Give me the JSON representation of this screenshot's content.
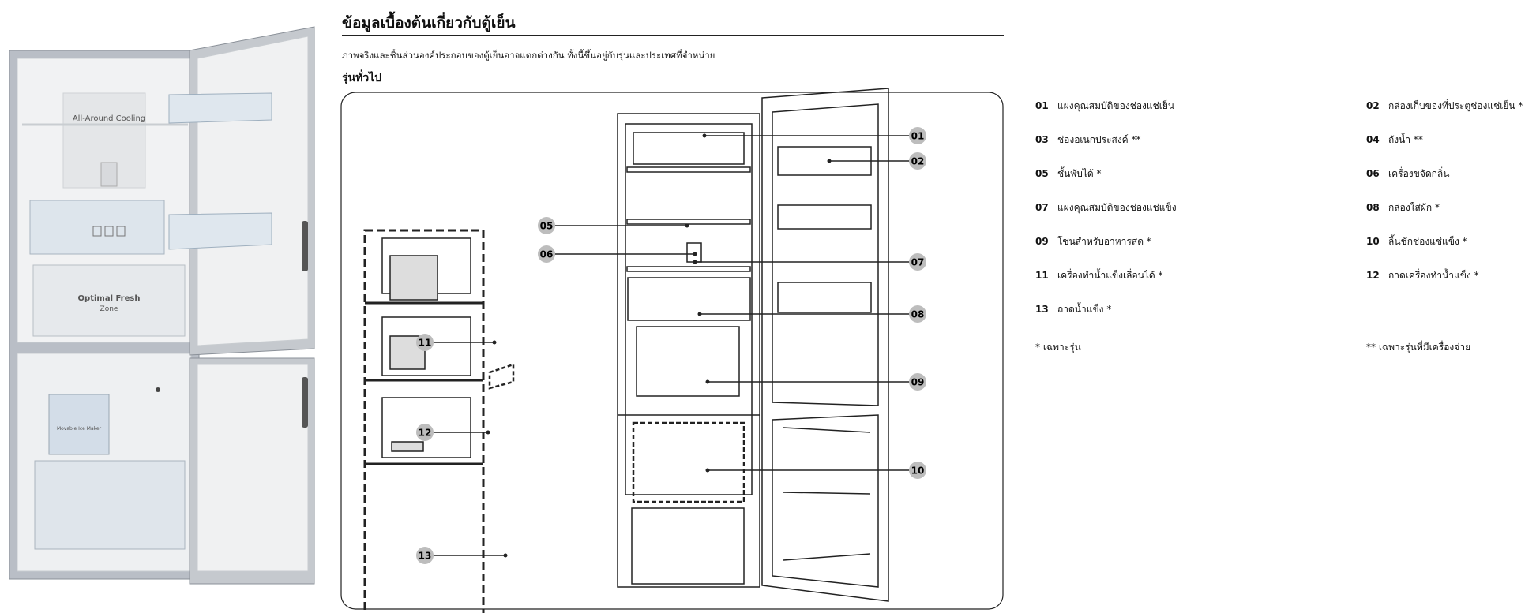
{
  "page": {
    "title": "ข้อมูลเบื้องต้นเกี่ยวกับตู้เย็น",
    "subtitle": "ภาพจริงและชิ้นส่วนองค์ประกอบของตู้เย็นอาจแตกต่างกัน ทั้งนี้ขึ้นอยู่กับรุ่นและประเทศที่จำหน่าย",
    "section_heading": "รุ่นทั่วไป"
  },
  "photo": {
    "label_cooling": "All-Around Cooling",
    "label_fresh_1": "Optimal Fresh",
    "label_fresh_2": "Zone",
    "label_icemaker": "Movable Ice Maker"
  },
  "callouts": [
    "01",
    "02",
    "05",
    "06",
    "07",
    "08",
    "09",
    "10",
    "11",
    "12",
    "13"
  ],
  "legend_left": [
    {
      "num": "01",
      "text": "แผงคุณสมบัติของช่องแช่เย็น"
    },
    {
      "num": "03",
      "text": "ช่องอเนกประสงค์ **"
    },
    {
      "num": "05",
      "text": "ชั้นพับได้ *"
    },
    {
      "num": "07",
      "text": "แผงคุณสมบัติของช่องแช่แข็ง"
    },
    {
      "num": "09",
      "text": "โซนสำหรับอาหารสด *"
    },
    {
      "num": "11",
      "text": "เครื่องทำน้ำแข็งเลื่อนได้ *"
    },
    {
      "num": "13",
      "text": "ถาดน้ำแข็ง *"
    }
  ],
  "legend_right": [
    {
      "num": "02",
      "text": "กล่องเก็บของที่ประตูช่องแช่เย็น *"
    },
    {
      "num": "04",
      "text": "ถังน้ำ **"
    },
    {
      "num": "06",
      "text": "เครื่องขจัดกลิ่น"
    },
    {
      "num": "08",
      "text": "กล่องใส่ผัก *"
    },
    {
      "num": "10",
      "text": "ลิ้นชักช่องแช่แข็ง *"
    },
    {
      "num": "12",
      "text": "ถาดเครื่องทำน้ำแข็ง *"
    }
  ],
  "notes": {
    "model_only": "* เฉพาะรุ่น",
    "dispenser_only": "** เฉพาะรุ่นที่มีเครื่องจ่าย"
  }
}
